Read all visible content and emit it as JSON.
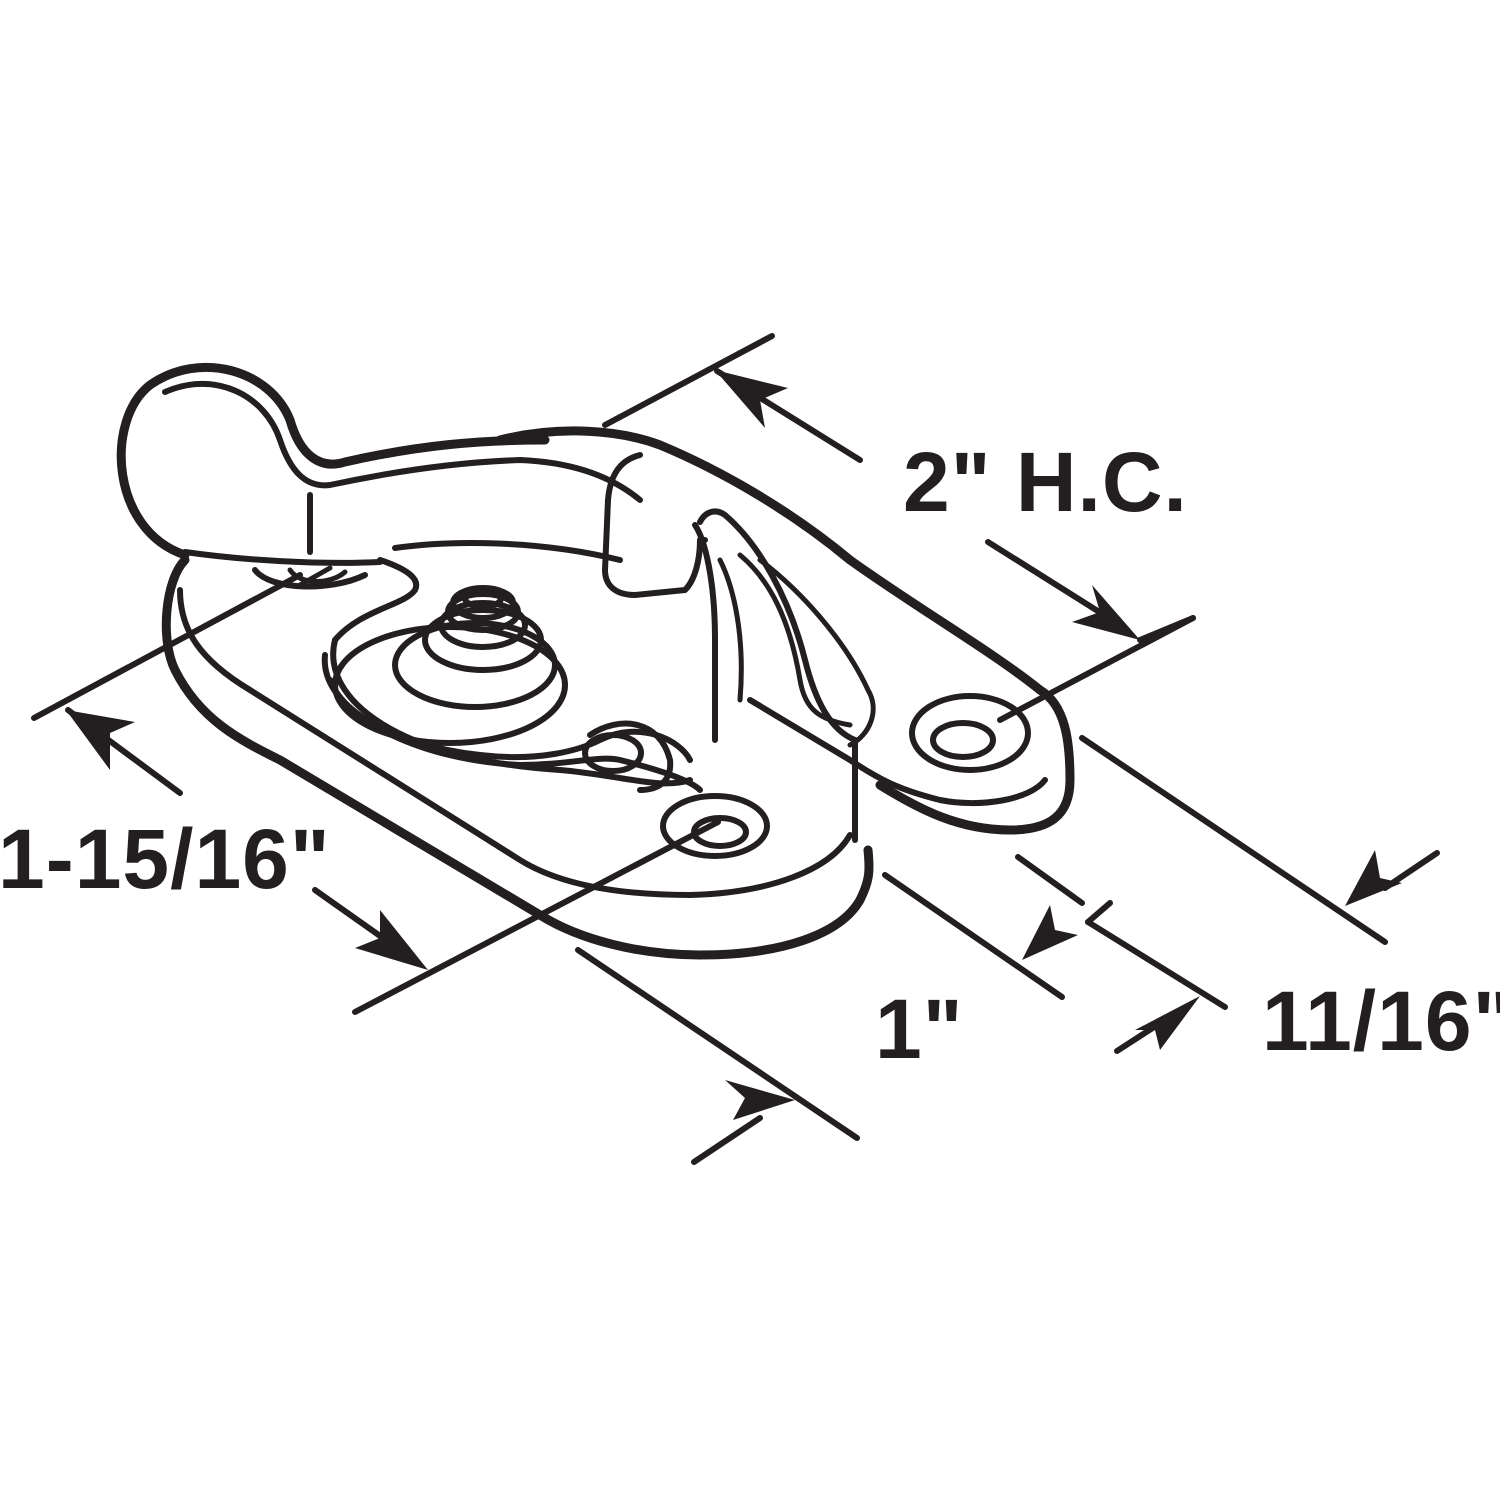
{
  "diagram": {
    "subject": "Window sash lock with keeper",
    "line_color": "#231f20",
    "background": "#ffffff",
    "dimensions": {
      "hole_center": {
        "label": "2\" H.C."
      },
      "overall_length": {
        "label": "1-15/16\""
      },
      "base_width": {
        "label": "1\""
      },
      "keeper_width": {
        "label": "11/16\""
      }
    },
    "parts": [
      "cam-lever-handle",
      "base-plate",
      "pivot-rivet",
      "keeper",
      "mounting-holes"
    ]
  }
}
